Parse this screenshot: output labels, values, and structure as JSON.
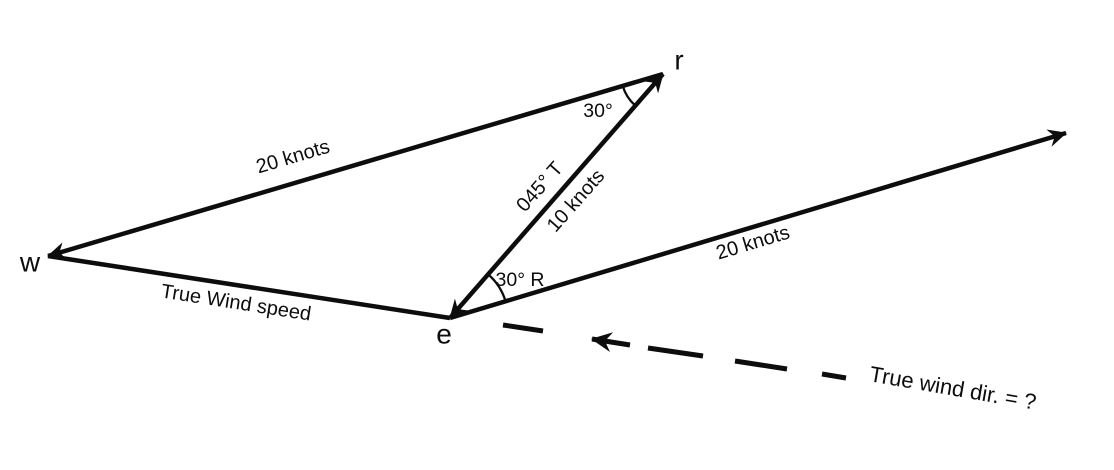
{
  "diagram": {
    "background": "#ffffff",
    "ink": "#0d0d0d",
    "vertices": {
      "r": "r",
      "w": "w",
      "e": "e"
    },
    "edge_labels": {
      "wr_speed": "20 knots",
      "er_heading": "045° T",
      "er_speed": "10 knots",
      "ew_name": "True Wind speed",
      "ground_speed": "20 knots"
    },
    "angle_labels": {
      "at_r": "30°",
      "at_e": "30° R"
    },
    "annotation": {
      "wind_direction_question": "True wind dir. = ?"
    }
  }
}
